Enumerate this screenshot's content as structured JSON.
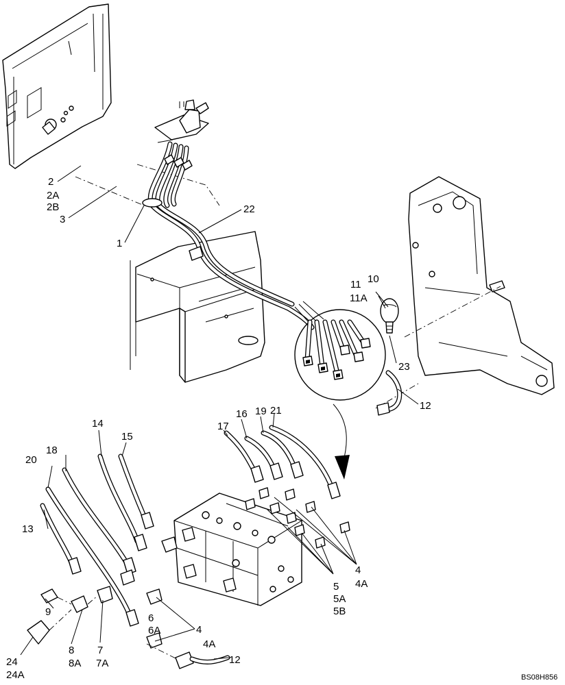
{
  "callouts": {
    "c1": "1",
    "c2": "2",
    "c2a": "2A",
    "c2b": "2B",
    "c3": "3",
    "c4_top": "4",
    "c4a_top": "4A",
    "c4_bottom": "4",
    "c4a_bottom": "4A",
    "c5": "5",
    "c5a": "5A",
    "c5b": "5B",
    "c6": "6",
    "c6a": "6A",
    "c7": "7",
    "c7a": "7A",
    "c8": "8",
    "c8a": "8A",
    "c9": "9",
    "c10": "10",
    "c11": "11",
    "c11a": "11A",
    "c12_top": "12",
    "c12_bottom": "12",
    "c13": "13",
    "c14": "14",
    "c15": "15",
    "c16": "16",
    "c17": "17",
    "c18": "18",
    "c19": "19",
    "c20": "20",
    "c21": "21",
    "c22": "22",
    "c23": "23",
    "c24": "24",
    "c24a": "24A"
  },
  "drawing_code": "BS08H856"
}
